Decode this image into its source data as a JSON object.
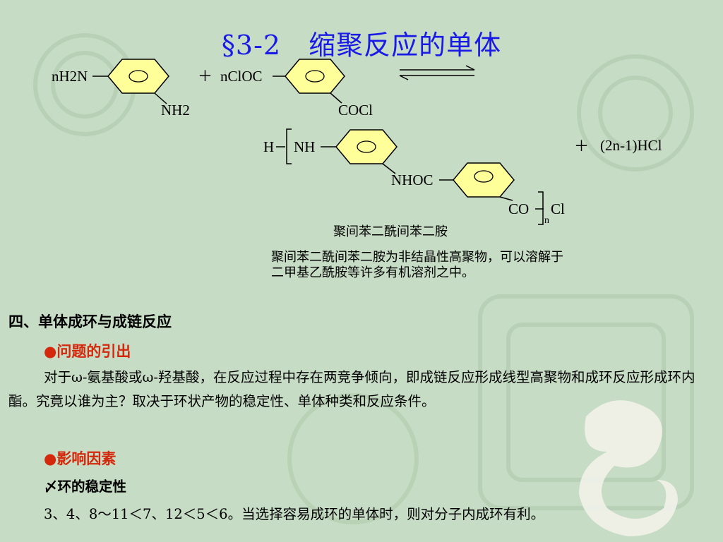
{
  "title": "§3-2　缩聚反应的单体",
  "reaction": {
    "r1_left": "nH2N",
    "r1_bottom": "NH2",
    "plus1": "＋",
    "r2_left": "nClOC",
    "r2_bottom": "COCl",
    "p_h": "H",
    "p_nh": "NH",
    "p_nhoc": "NHOC",
    "p_co": "CO",
    "p_cl": "Cl",
    "p_n": "n",
    "plus2": "＋",
    "byproduct": "(2n-1)HCl"
  },
  "caption": "聚间苯二酰间苯二胺",
  "note": "聚间苯二酰间苯二胺为非结晶性高聚物，可以溶解于二甲基乙酰胺等许多有机溶剂之中。",
  "section_heading": "四、单体成环与成链反应",
  "sub1": {
    "bullet": "●",
    "label": "问题的引出"
  },
  "paragraph": "对于ω-氨基酸或ω-羟基酸，在反应过程中存在两竞争倾向，即成链反应形成线型高聚物和成环反应形成环内酯。究竟以谁为主？取决于环状产物的稳定性、单体种类和反应条件。",
  "sub2": {
    "bullet": "●",
    "label": "影响因素"
  },
  "ring_stability": {
    "mark": "〆",
    "label": "环的稳定性"
  },
  "last_line": "3、4、8～11＜7、12＜5＜6。当选择容易成环的单体时，则对分子内成环有利。",
  "colors": {
    "title": "#1a1ae6",
    "accent": "#d4280c",
    "ring_fill": "#ffff99",
    "background": "#c6dcc4"
  }
}
